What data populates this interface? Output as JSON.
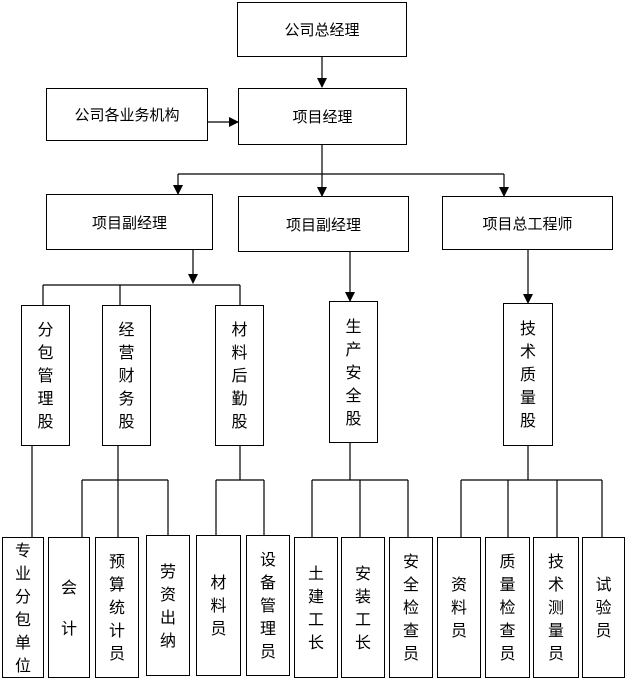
{
  "nodes": {
    "gm": "公司总经理",
    "depts": "公司各业务机构",
    "pm": "项目经理",
    "dpm1": "项目副经理",
    "dpm2": "项目副经理",
    "chief_eng": "项目总工程师",
    "subcontract": "分包管理股",
    "finance": "经营财务股",
    "logistics": "材料后勤股",
    "safety": "生产安全股",
    "quality": "技术质量股",
    "sub_unit": "专业分包单位",
    "accountant": "会 计",
    "budget": "预算统计员",
    "labor": "劳资出纳",
    "material": "材料员",
    "equipment": "设备管理员",
    "civil": "土建工长",
    "install": "安装工长",
    "inspector": "安全检查员",
    "documents": "资料员",
    "qc": "质量检查员",
    "survey": "技术测量员",
    "lab": "试验员"
  }
}
